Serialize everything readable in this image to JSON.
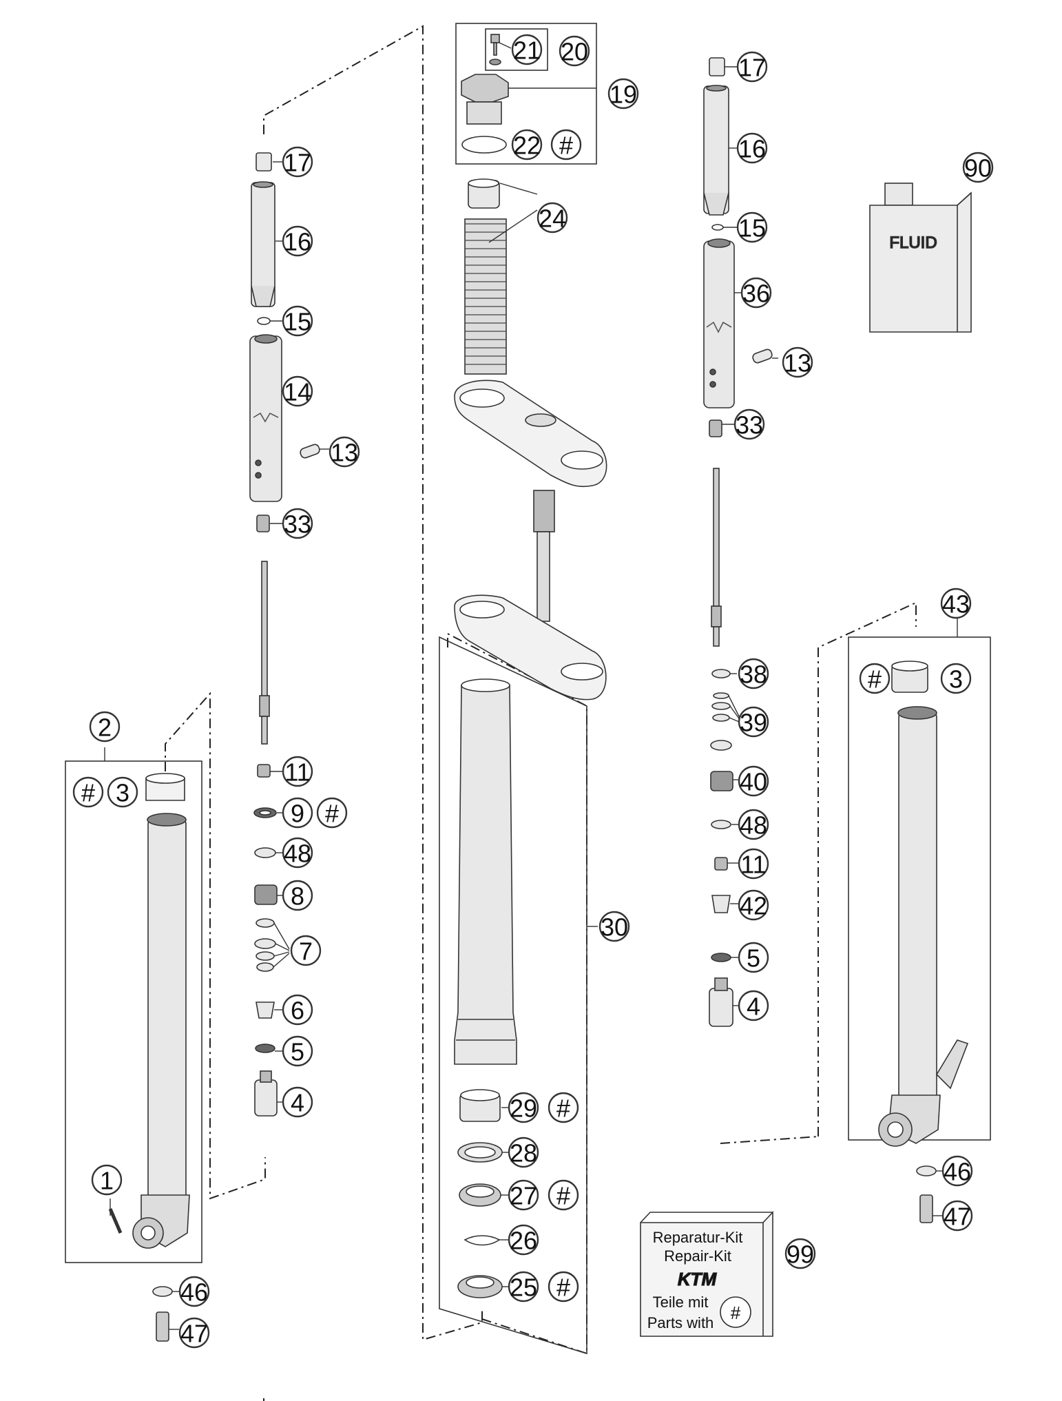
{
  "diagram": {
    "fluid_label": "FLUID",
    "kit": {
      "line1": "Reparatur-Kit",
      "line2": "Repair-Kit",
      "logo": "KTM",
      "line3": "Teile mit",
      "line4": "Parts with",
      "symbol": "#"
    },
    "callouts": {
      "c1": "1",
      "c2": "2",
      "c3_left": "3",
      "c3_right": "3",
      "c4_left": "4",
      "c4_right": "4",
      "c5_left": "5",
      "c5_right": "5",
      "c6": "6",
      "c7": "7",
      "c8": "8",
      "c9": "9",
      "c11_left": "11",
      "c11_right": "11",
      "c13_left": "13",
      "c13_right": "13",
      "c14": "14",
      "c15_left": "15",
      "c15_right": "15",
      "c16_left": "16",
      "c16_right": "16",
      "c17_left": "17",
      "c17_right": "17",
      "c19": "19",
      "c20": "20",
      "c21": "21",
      "c22": "22",
      "c24": "24",
      "c25": "25",
      "c26": "26",
      "c27": "27",
      "c28": "28",
      "c29": "29",
      "c30": "30",
      "c33_left": "33",
      "c33_right": "33",
      "c36": "36",
      "c38": "38",
      "c39": "39",
      "c40": "40",
      "c42": "42",
      "c43": "43",
      "c46_left": "46",
      "c46_right": "46",
      "c47_left": "47",
      "c47_right": "47",
      "c48_left": "48",
      "c48_right": "48",
      "c90": "90",
      "c99": "99",
      "h_left3": "#",
      "h_right3": "#",
      "h9": "#",
      "h22": "#",
      "h25": "#",
      "h27": "#",
      "h29": "#"
    }
  }
}
